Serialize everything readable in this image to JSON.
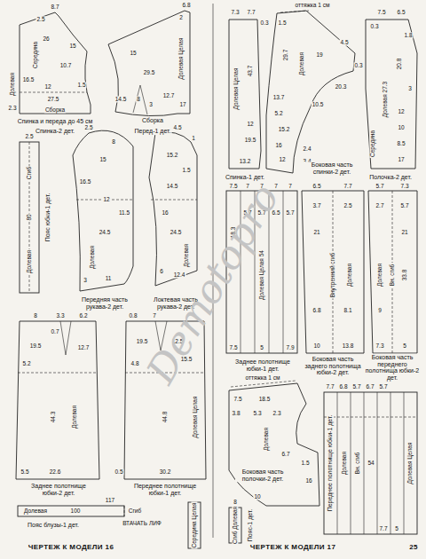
{
  "diagram": {
    "labels": [
      "8.7",
      "2.5",
      "Середина",
      "26",
      "15",
      "10.7",
      "1.5",
      "16.5",
      "27.5",
      "12",
      "Долевая",
      "2.3",
      "Сборка",
      "Спинка и переда до 45 см",
      "Спинка-2 дет.",
      "6.8",
      "2",
      "15",
      "29.5",
      "Долевая Целая",
      "12.7",
      "14.5",
      "8",
      "3",
      "17",
      "Сборка",
      "Перед-1 дет.",
      "2.5",
      "Сгиб",
      "80",
      "Долевая",
      "Пояс юбки-1 дет.",
      "2.5",
      "8",
      "15",
      "16.5",
      "12",
      "11.5",
      "24.5",
      "Долевая",
      "3",
      "11",
      "Передняя часть рукава-2 дет.",
      "4.5",
      "1",
      "15.2",
      "1.5",
      "14.5",
      "16",
      "24.5",
      "Долевая",
      "6",
      "12.4",
      "Локтевая часть рукава-2 дет.",
      "8",
      "3.3",
      "6.2",
      "0.7",
      "19.5",
      "12.7",
      "5.2",
      "44.3",
      "Долевая",
      "22.6",
      "5.5",
      "Заднее полотнище юбки-2 дет.",
      "0.8",
      "7",
      "19.5",
      "12.5",
      "15.5",
      "4.8",
      "44.8",
      "Долевая Целая",
      "30.2",
      "0.5",
      "Переднее полотнище юбки-1 дет.",
      "Долевая",
      "100",
      "117",
      "Сгиб",
      "ВТАЧАТЬ ЛИФ",
      "Пояс блузы-1 дет.",
      "Середина Целая",
      "ЧЕРТЕЖ К МОДЕЛИ 16",
      "ЧЕРТЕЖ К МОДЕЛИ 17",
      "25",
      "7.3",
      "7.7",
      "0.3",
      "Долевая Целая",
      "43.7",
      "12",
      "19.5",
      "13.2",
      "Спинка-1 дет.",
      "оттяжка 1 см",
      "1.5",
      "29.7",
      "Долевая",
      "4.5",
      "19",
      "20.3",
      "0.3",
      "13.7",
      "5.2",
      "15.2",
      "16",
      "12",
      "10.5",
      "2.4",
      "3.4",
      "Боковая часть спинки-2 дет.",
      "7.5",
      "6.5",
      "0.3",
      "1.8",
      "20.8",
      "Долевая 27.3",
      "Середина",
      "3",
      "12",
      "10",
      "8.5",
      "17",
      "Полочка-2 дет.",
      "7.5",
      "7",
      "7",
      "7",
      "7",
      "18.3",
      "5.7",
      "5.7",
      "6.5",
      "5.7",
      "Долевая Целая 54",
      "7.5",
      "5",
      "7.9",
      "Заднее полотнище юбки-1 дет.",
      "6.5",
      "7.7",
      "3.7",
      "2.5",
      "21",
      "Внутренний сгиб",
      "Долевая",
      "6.8",
      "8.1",
      "10",
      "13.8",
      "Боковая часть заднего полотнища юбки-2 дет.",
      "5.7",
      "7.3",
      "2.7",
      "5.7",
      "21",
      "Долевая",
      "Вн. сгиб",
      "33.8",
      "9",
      "7.3",
      "5",
      "Боковая часть переднего полотнища юбки-2 дет.",
      "оттяжка 1 см",
      "7.5",
      "18.5",
      "3.8",
      "5.3",
      "2.3",
      "Долевая",
      "6.7",
      "1.5",
      "16",
      "Боковая часть полочки-2 дет.",
      "10",
      "8",
      "Сгиб Долевая",
      "Пояс-1 дет.",
      "7.7",
      "6.8",
      "5.7",
      "6.7",
      "5.7",
      "Переднее полотнище юбки-1 дет.",
      "Долевая",
      "Вн. сгиб",
      "54",
      "Долевая Целая",
      "7.7",
      "5",
      "Demotopro"
    ]
  }
}
